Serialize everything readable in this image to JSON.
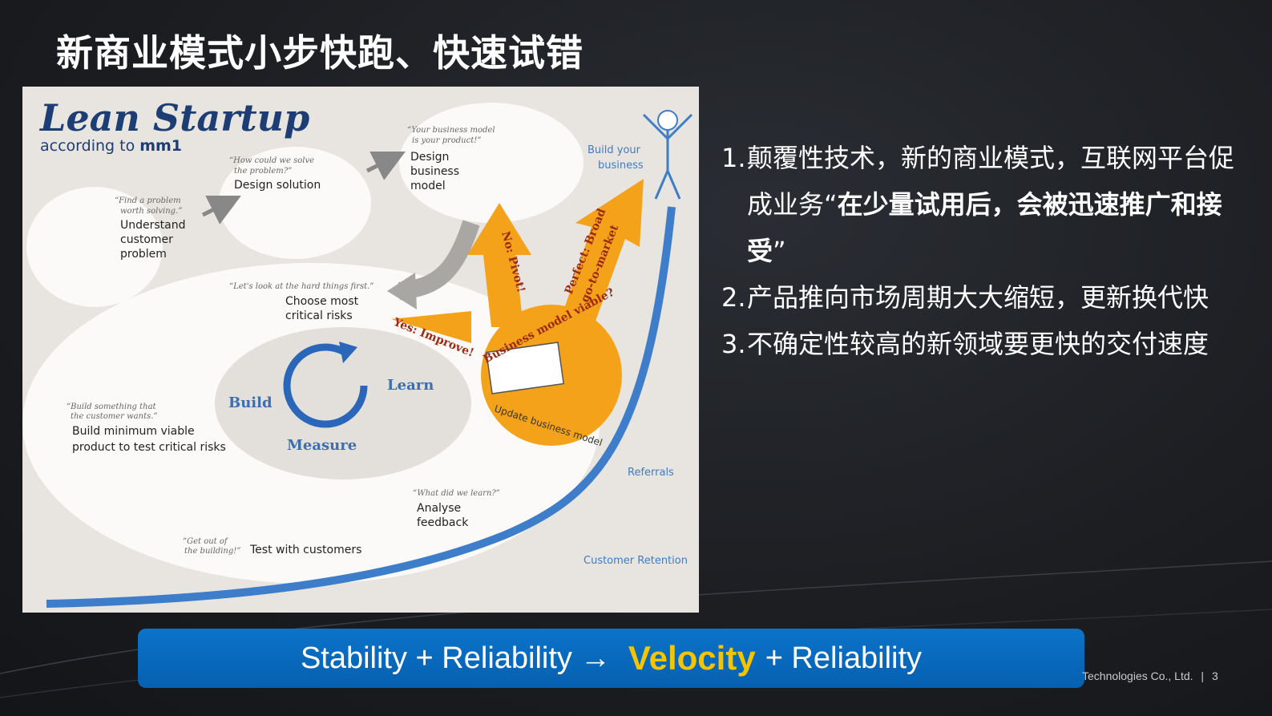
{
  "slide": {
    "title": "新商业模式小步快跑、快速试错",
    "points": [
      {
        "num": "1.",
        "text_before": "颠覆性技术，新的商业模式，互联网平台促成业务“",
        "text_bold": "在少量试用后，会被迅速推广和接受",
        "text_after": "”"
      },
      {
        "num": "2.",
        "text": "产品推向市场周期大大缩短，更新换代快"
      },
      {
        "num": "3.",
        "text": "不确定性较高的新领域要更快的交付速度"
      }
    ],
    "banner": {
      "part1": "Stability + Reliability",
      "arrow": "→",
      "highlight": "Velocity",
      "part2": "+ Reliability"
    },
    "footer": {
      "company": "Technologies Co., Ltd.",
      "separator": "|",
      "page": "3"
    }
  },
  "figure": {
    "title": "Lean Startup",
    "subtitle_prefix": "according to",
    "subtitle_brand": "mm1",
    "quotes": {
      "problem": [
        "“Find a problem",
        "worth solving.”"
      ],
      "solution": [
        "“How could we solve",
        "the problem?”"
      ],
      "model": [
        "“Your business model",
        "is your product!”"
      ],
      "risks": "“Let's look at the hard things first.”",
      "build": [
        "“Build something that",
        "the customer wants.”"
      ],
      "out": [
        "“Get out of",
        "the building!”"
      ],
      "learn": "“What did we learn?”"
    },
    "steps": {
      "understand": [
        "Understand",
        "customer",
        "problem"
      ],
      "design_solution": "Design solution",
      "design_model": [
        "Design",
        "business",
        "model"
      ],
      "choose": [
        "Choose most",
        "critical risks"
      ],
      "build_mvp": [
        "Build minimum viable",
        "product to test critical risks"
      ],
      "test": "Test with customers",
      "analyse": [
        "Analyse",
        "feedback"
      ],
      "build_business": [
        "Build your",
        "business"
      ]
    },
    "cycle": {
      "build": "Build",
      "measure": "Measure",
      "learn": "Learn"
    },
    "decision": {
      "viable": "Business model viable?",
      "update": "Update business model",
      "improve": "Yes: Improve!",
      "pivot": "No: Pivot!",
      "perfect": [
        "Perfect: Broad",
        "go-to-market"
      ]
    },
    "growth": {
      "referrals": "Referrals",
      "retention": "Customer Retention"
    }
  },
  "colors": {
    "accent_orange": "#f5a21b",
    "accent_blue": "#3d7dc9",
    "banner_blue": "#0b6cc2",
    "velocity_yellow": "#f5c400"
  }
}
